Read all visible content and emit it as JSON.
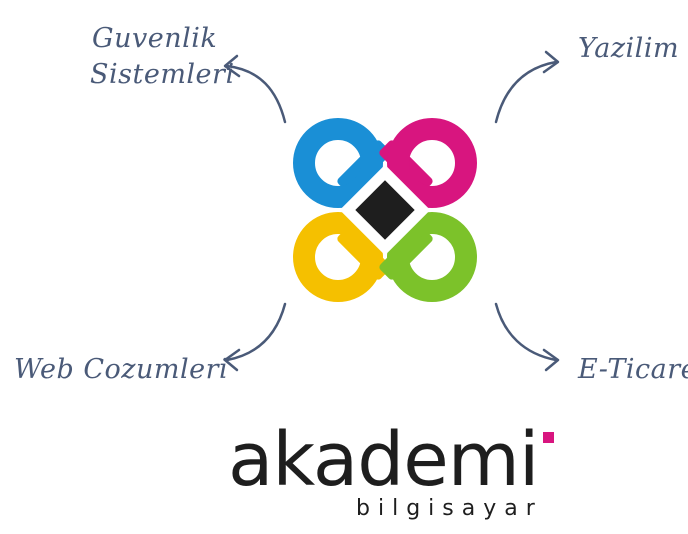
{
  "labels": {
    "security_line1": "Guvenlik",
    "security_line2": "Sistemleri",
    "software": "Yazilim",
    "web": "Web Cozumleri",
    "ecommerce": "E-Ticaret"
  },
  "brand": {
    "name": "akademi",
    "subtitle": "bilgisayar"
  },
  "colors": {
    "blue": "#1a8fd6",
    "magenta": "#d8157f",
    "yellow": "#f5c000",
    "green": "#7cc22a",
    "center": "#1e1e1e",
    "label_text": "#4a5a78",
    "brand_dot": "#d8157f"
  }
}
